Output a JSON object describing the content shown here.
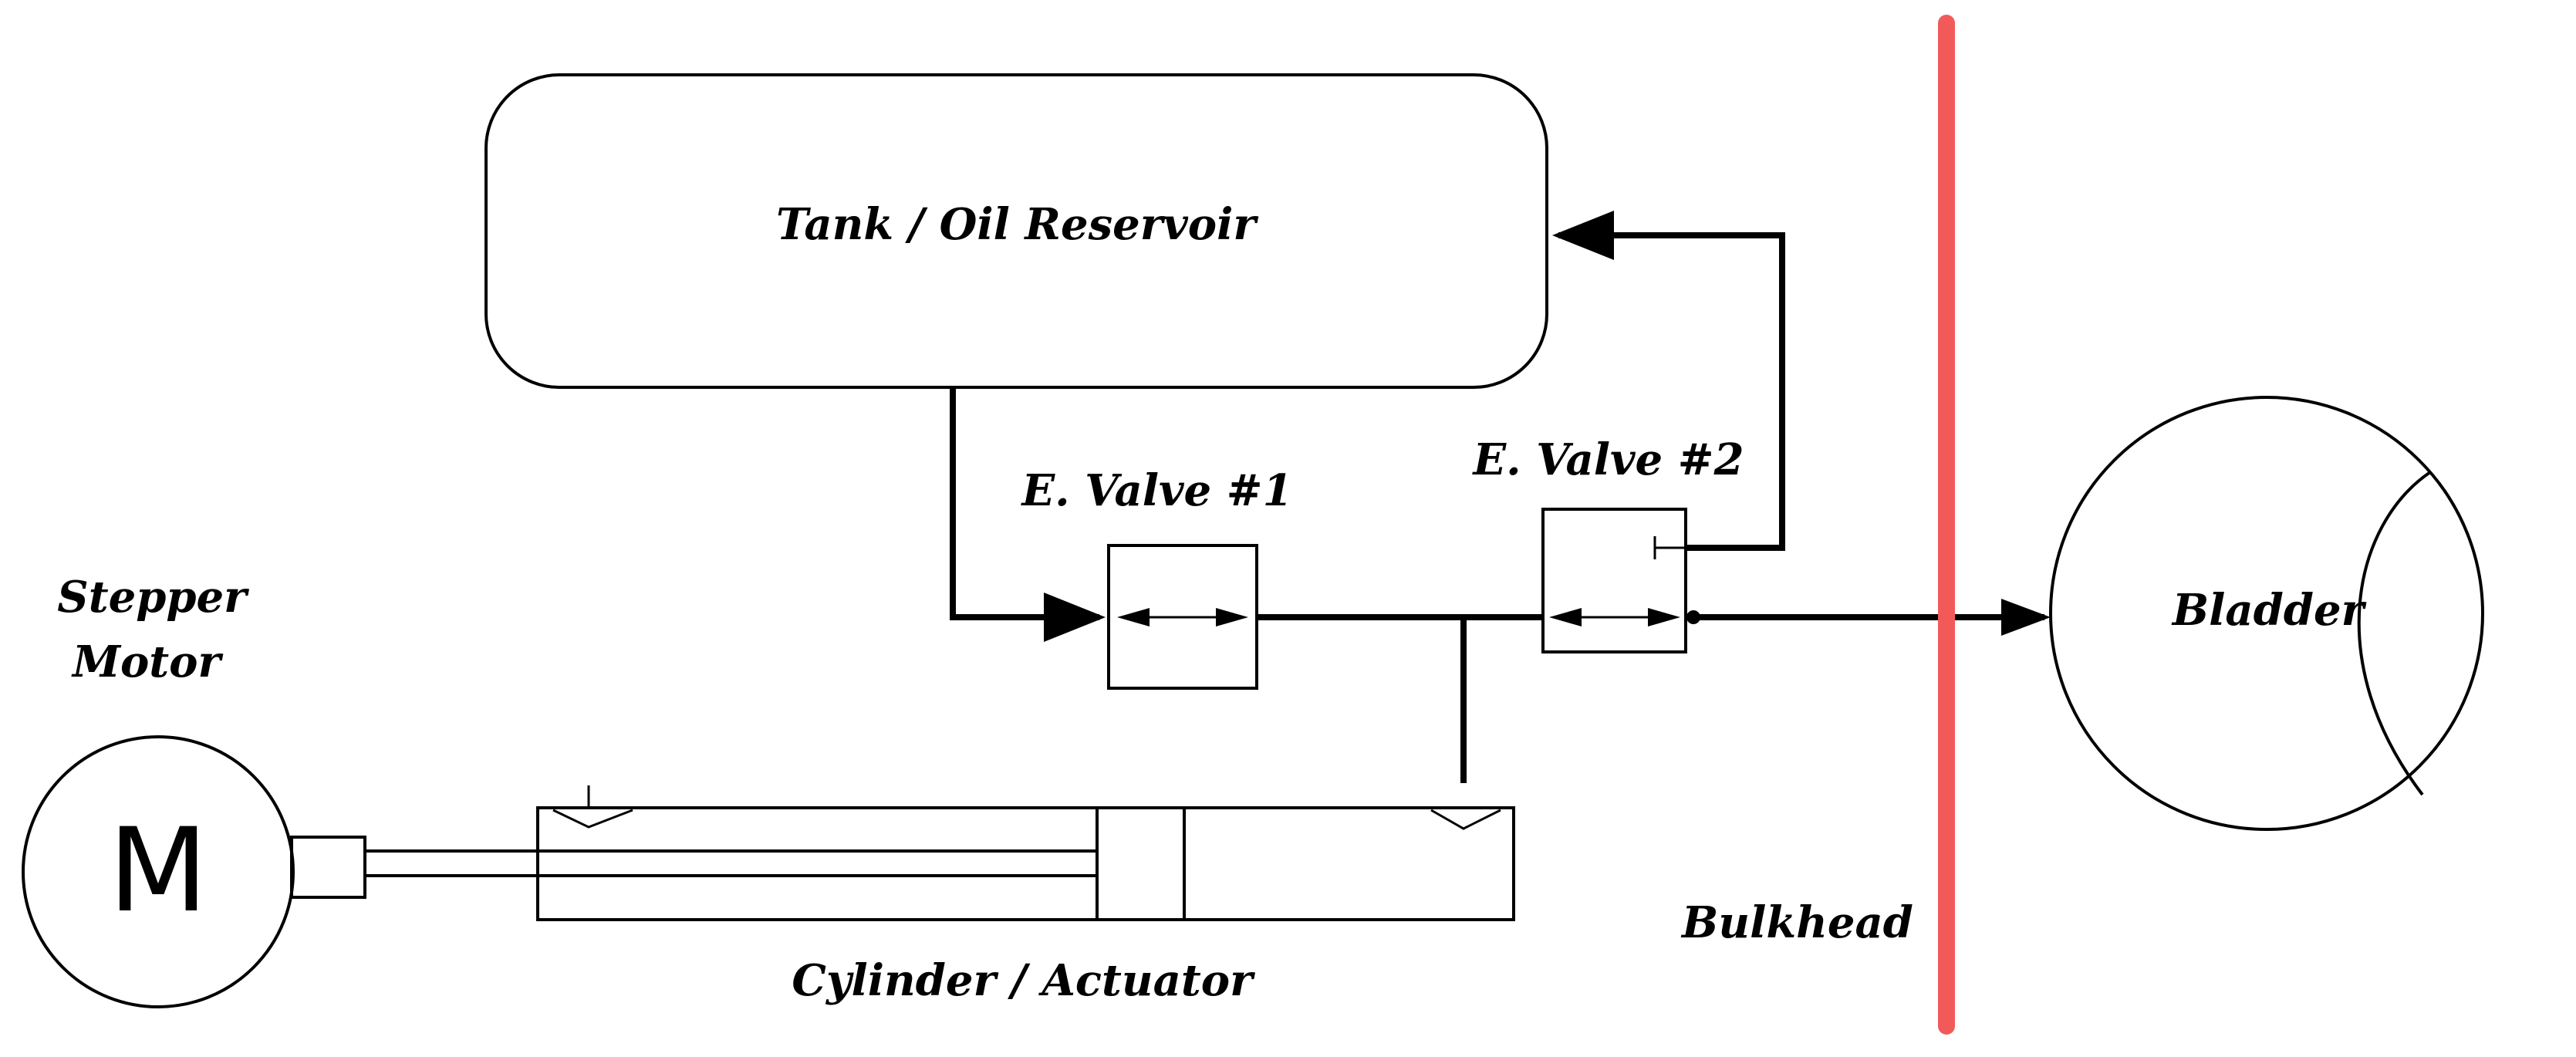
{
  "labels": {
    "tank": "Tank / Oil Reservoir",
    "valve1": "E. Valve #1",
    "valve2": "E. Valve #2",
    "stepper_line1": "Stepper",
    "stepper_line2": "Motor",
    "motor_letter": "M",
    "cylinder": "Cylinder / Actuator",
    "bulkhead": "Bulkhead",
    "bladder": "Bladder"
  },
  "colors": {
    "line": "#000000",
    "bulkhead": "#f25a5a",
    "background": "#ffffff"
  }
}
